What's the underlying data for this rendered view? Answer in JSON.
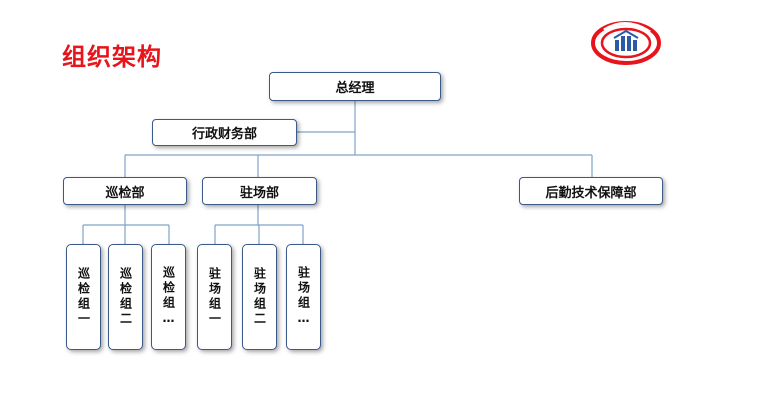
{
  "slide": {
    "title": "组织架构",
    "title_color": "#e8141b",
    "logo_icon": "company-logo-icon"
  },
  "org_chart": {
    "root": "总经理",
    "staff": "行政财务部",
    "departments": [
      {
        "name": "巡检部",
        "groups": [
          "巡检组一",
          "巡检组二",
          "巡检组…"
        ]
      },
      {
        "name": "驻场部",
        "groups": [
          "驻场组一",
          "驻场组二",
          "驻场组…"
        ]
      },
      {
        "name": "后勤技术保障部",
        "groups": []
      }
    ],
    "connector_color": "#7fa3c8"
  }
}
